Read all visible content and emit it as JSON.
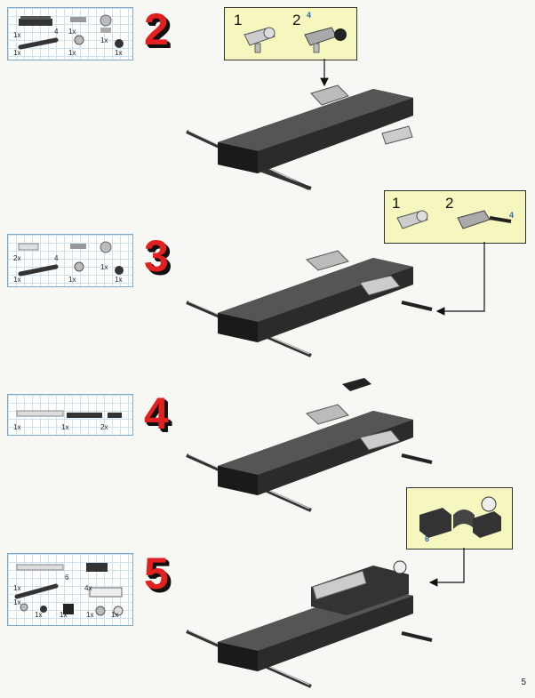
{
  "page_number": "5",
  "steps": [
    {
      "number": "2",
      "parts_labels": [
        "1x",
        "4",
        "1x",
        "1x",
        "1x",
        "1x",
        "1x"
      ],
      "callout": {
        "sub1": "1",
        "sub2": "2",
        "sub2_qty": "4"
      }
    },
    {
      "number": "3",
      "parts_labels": [
        "2x",
        "4",
        "1x",
        "1x",
        "1x",
        "1x"
      ],
      "callout": {
        "sub1": "1",
        "sub2": "2",
        "sub2_qty": "4"
      }
    },
    {
      "number": "4",
      "parts_labels": [
        "1x",
        "1x",
        "2x"
      ]
    },
    {
      "number": "5",
      "parts_labels": [
        "1x",
        "6",
        "4x",
        "1x",
        "1x",
        "1x",
        "1x",
        "1x"
      ],
      "callout": {
        "sub1": "6"
      }
    }
  ]
}
